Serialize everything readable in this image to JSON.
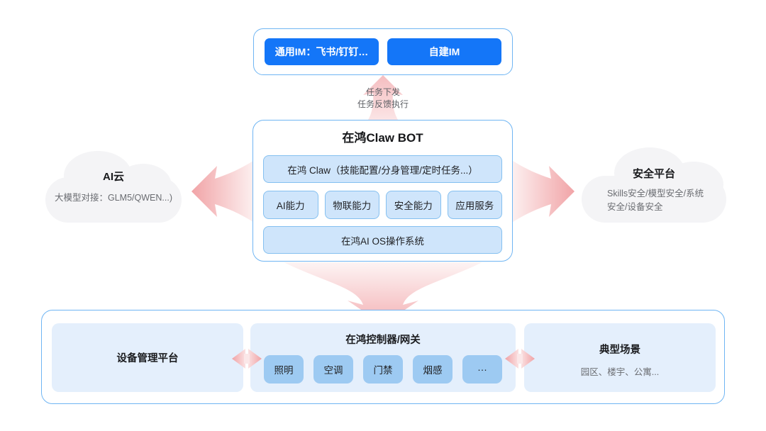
{
  "colors": {
    "accent_blue": "#1476f8",
    "border_blue": "#6fb5f3",
    "layer_fill": "#cfe5fb",
    "layer_border": "#85c0f0",
    "device_fill": "#9dcaf2",
    "panel_fill": "#e4effc",
    "cloud_fill": "#f4f4f6",
    "arrow_pink_strong": "#f1a4a7",
    "arrow_pink_light": "#fdf2f2"
  },
  "im_bar": {
    "buttons": [
      {
        "label": "通用IM：飞书/钉钉…"
      },
      {
        "label": "自建IM"
      }
    ]
  },
  "task_arrow": {
    "labels": [
      "任务下发",
      "任务反馈执行"
    ]
  },
  "bot": {
    "title": "在鸿Claw BOT",
    "claw_layer": "在鸿 Claw（技能配置/分身管理/定时任务...）",
    "capabilities": [
      {
        "label": "AI能力"
      },
      {
        "label": "物联能力"
      },
      {
        "label": "安全能力"
      },
      {
        "label": "应用服务"
      }
    ],
    "os_layer": "在鸿AI OS操作系统"
  },
  "ai_cloud": {
    "title": "AI云",
    "subtitle": "大模型对接：GLM5/QWEN...)"
  },
  "security_cloud": {
    "title": "安全平台",
    "subtitle_line1": "Skills安全/模型安全/系统",
    "subtitle_line2": "安全/设备安全"
  },
  "bottom": {
    "device_platform": {
      "title": "设备管理平台"
    },
    "controller": {
      "title": "在鸿控制器/网关",
      "devices": [
        {
          "label": "照明"
        },
        {
          "label": "空调"
        },
        {
          "label": "门禁"
        },
        {
          "label": "烟感"
        },
        {
          "label": "···"
        }
      ]
    },
    "scenarios": {
      "title": "典型场景",
      "subtitle": "园区、楼宇、公寓..."
    }
  }
}
